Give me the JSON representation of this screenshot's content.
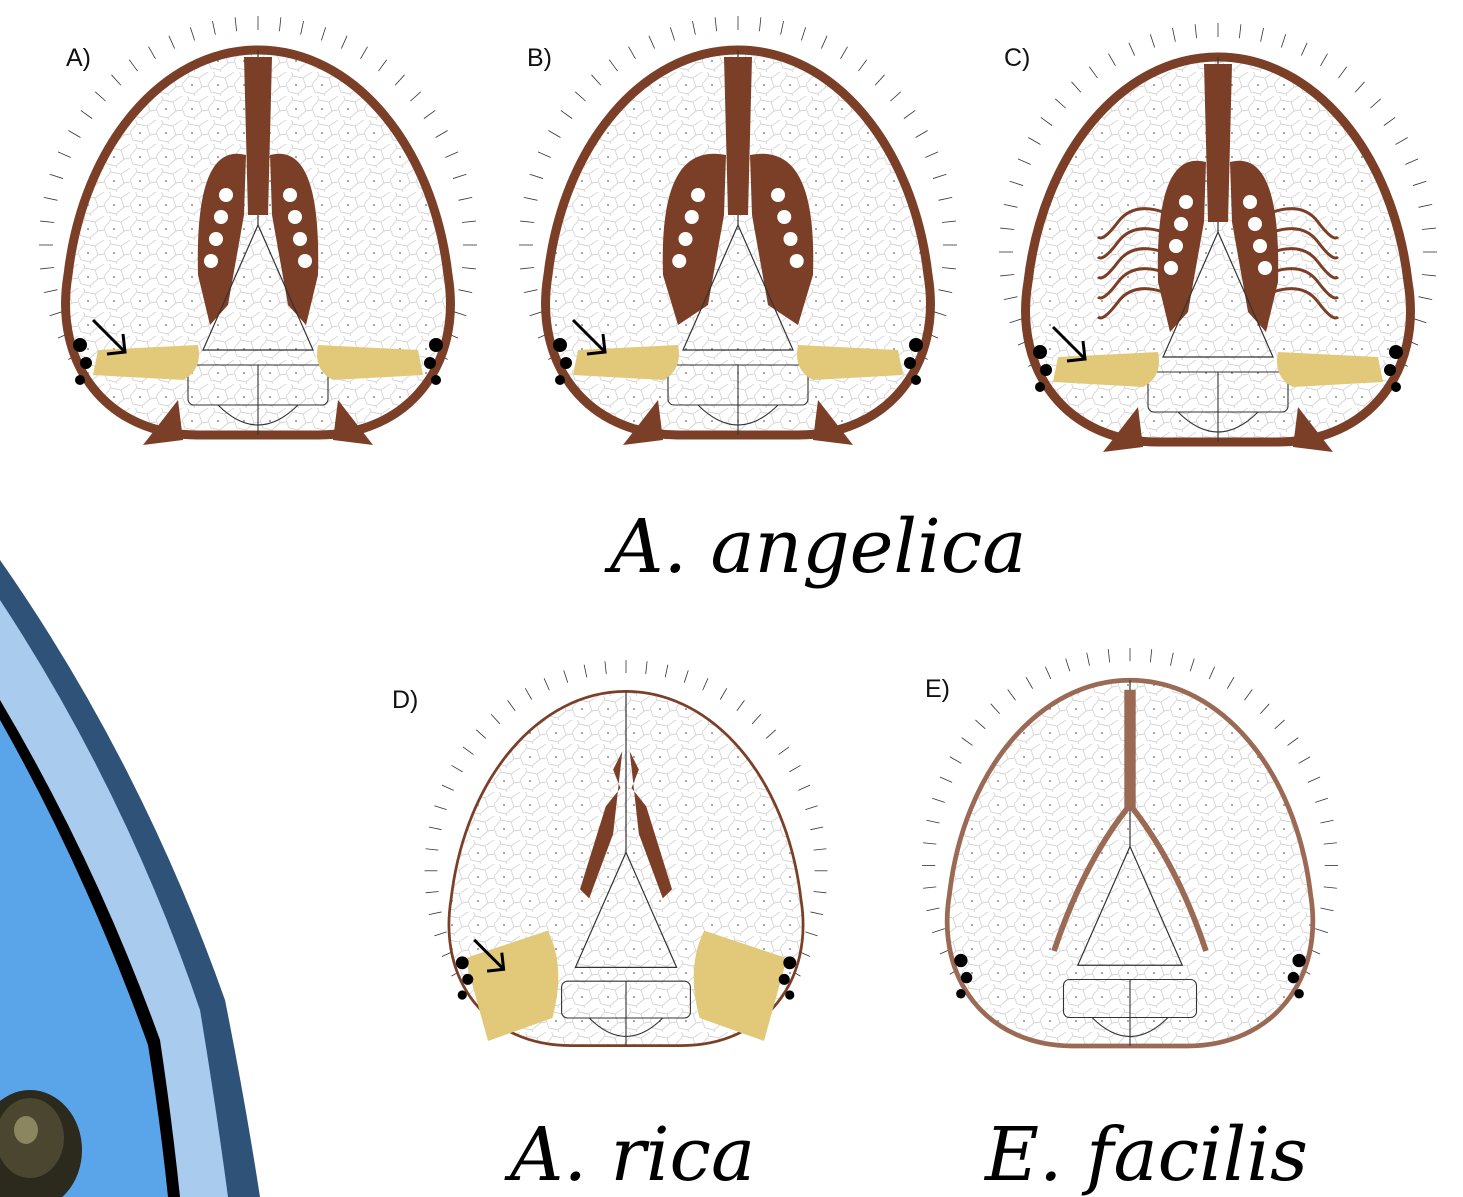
{
  "panels": [
    {
      "letter": "A)",
      "pattern": "stem-spots",
      "has_arrow": true
    },
    {
      "letter": "B)",
      "pattern": "stem-spots-wide",
      "has_arrow": true
    },
    {
      "letter": "C)",
      "pattern": "reticulate",
      "has_arrow": true
    },
    {
      "letter": "D)",
      "pattern": "serrated",
      "has_arrow": true
    },
    {
      "letter": "E)",
      "pattern": "thin-lines",
      "has_arrow": false
    }
  ],
  "species": [
    {
      "name": "A. angelica"
    },
    {
      "name": "A. rica"
    },
    {
      "name": "E. facilis"
    }
  ],
  "colors": {
    "pigment": "#7b3f27",
    "pigment_light": "#9a6a55",
    "yellow_patch": "#e2c97a",
    "outline": "#3a2a22",
    "reticulation": "#c9c9c9",
    "background_blue": "#5aa5ea",
    "background_blue_light": "#a9cbee",
    "background_blue_dark": "#2f5279"
  }
}
